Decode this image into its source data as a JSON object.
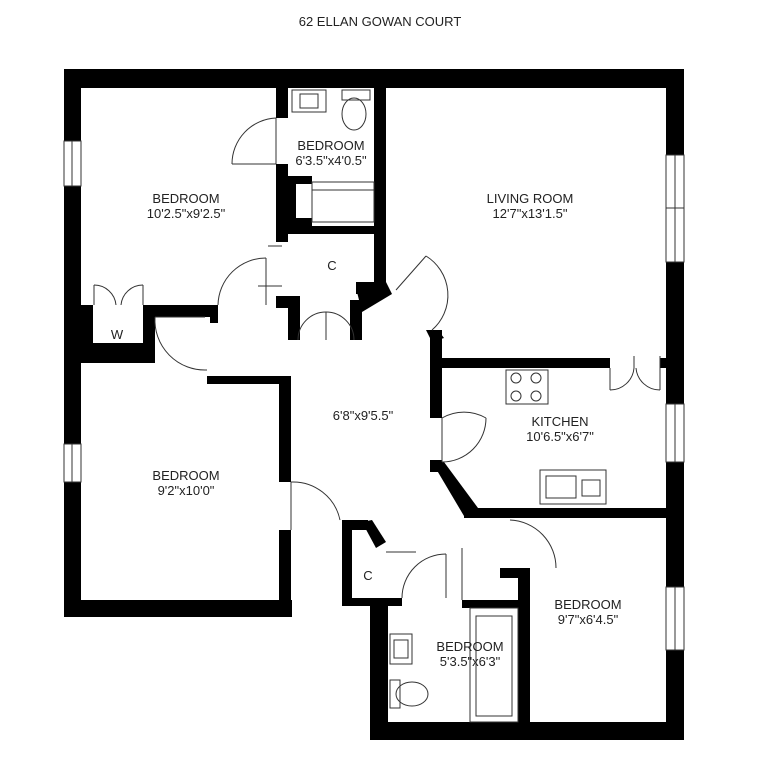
{
  "title": "62 ELLAN GOWAN COURT",
  "rooms": {
    "bedroom_topleft": {
      "name": "BEDROOM",
      "size": "10'2.5\"x9'2.5\""
    },
    "bedroom_top_small": {
      "name": "BEDROOM",
      "size": "6'3.5\"x4'0.5\""
    },
    "living_room": {
      "name": "LIVING ROOM",
      "size": "12'7\"x13'1.5\""
    },
    "cupboard_top": {
      "name": "C"
    },
    "wardrobe": {
      "name": "W"
    },
    "hall": {
      "size": "6'8\"x9'5.5\""
    },
    "kitchen": {
      "name": "KITCHEN",
      "size": "10'6.5\"x6'7\""
    },
    "bedroom_left": {
      "name": "BEDROOM",
      "size": "9'2\"x10'0\""
    },
    "cupboard_bottom": {
      "name": "C"
    },
    "bedroom_right": {
      "name": "BEDROOM",
      "size": "9'7\"x6'4.5\""
    },
    "bedroom_bottom": {
      "name": "BEDROOM",
      "size": "5'3.5\"x6'3\""
    }
  },
  "colors": {
    "wall": "#000000",
    "line": "#333333",
    "background": "#ffffff"
  }
}
